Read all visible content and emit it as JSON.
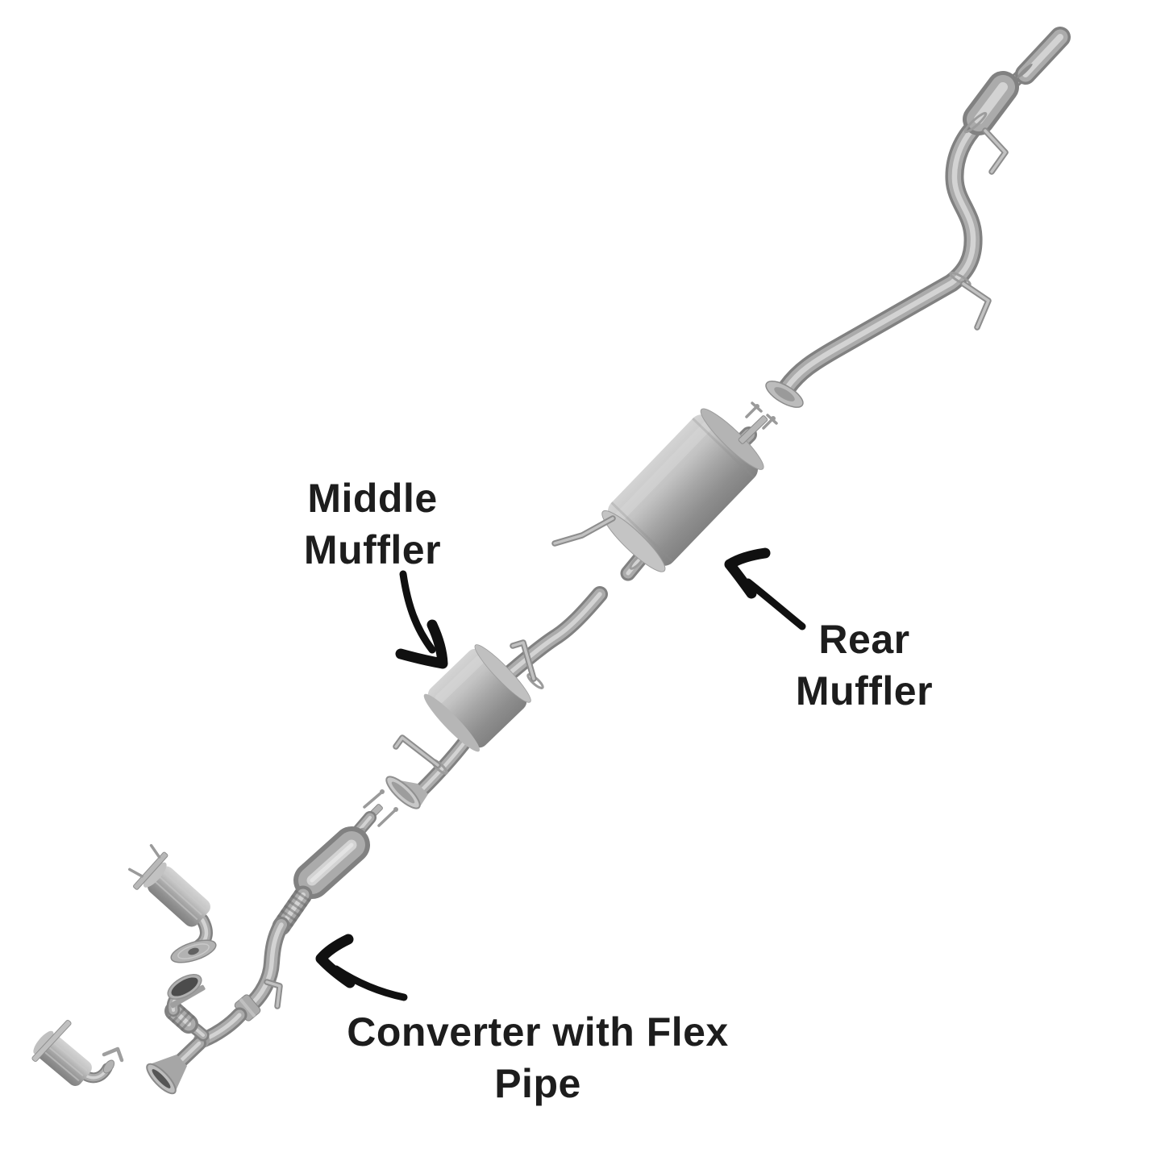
{
  "illustration": {
    "description": "Exploded view of a vehicle exhaust system drawn in gray metallic tones on white",
    "parts": [
      "tail-pipe-with-resonator-tip",
      "rear-muffler",
      "intermediate-pipe",
      "middle-muffler",
      "catalytic-converter-with-flex-pipe",
      "y-pipe-with-flex-sleeve",
      "front-catalytic-converter-upper",
      "front-catalytic-converter-lower"
    ]
  },
  "labels": {
    "middle_muffler": {
      "line1": "Middle",
      "line2": "Muffler"
    },
    "rear_muffler": {
      "line1": "Rear",
      "line2": "Muffler"
    },
    "converter": {
      "line1": "Converter with Flex",
      "line2": "Pipe"
    }
  },
  "colors": {
    "background": "#ffffff",
    "label_text": "#1d1d1d",
    "arrow": "#101010",
    "metal_light": "#d4d4d4",
    "metal_mid": "#a6a6a6",
    "metal_dark": "#818181"
  }
}
